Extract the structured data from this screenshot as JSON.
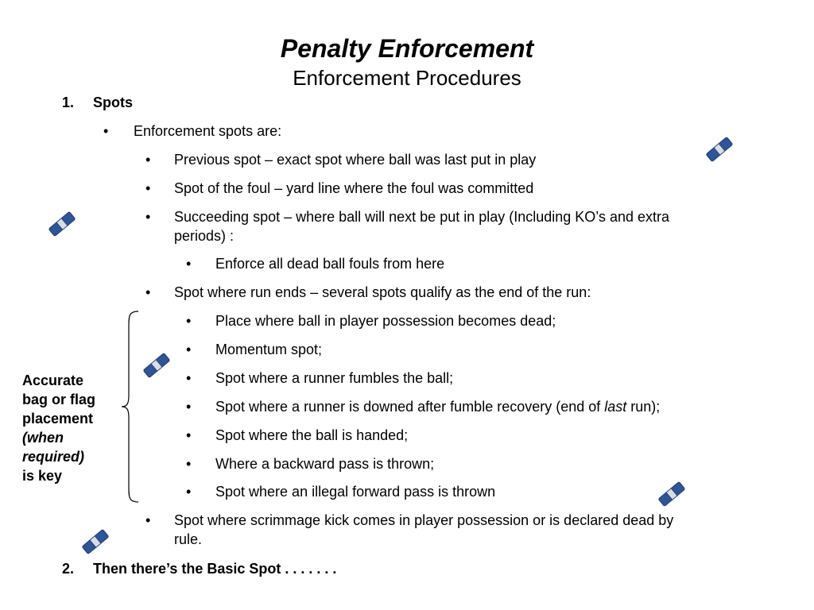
{
  "title": "Penalty Enforcement",
  "subtitle": "Enforcement Procedures",
  "section1": {
    "number": "1.",
    "label": "Spots"
  },
  "level1": "Enforcement spots are:",
  "items": {
    "previous": "Previous spot – exact spot where ball was last put in play",
    "foul": "Spot of the foul – yard line where the foul was committed",
    "succeeding_line1": "Succeeding spot – where ball will next be put in play (Including KO’s and extra",
    "succeeding_line2": "periods) :",
    "dead_ball": "Enforce all dead ball fouls from here",
    "run_ends": "Spot where run ends – several spots qualify as the end of the run:",
    "run_spots": [
      "Place where ball in player possession becomes dead;",
      "Momentum spot;",
      "Spot where a runner fumbles the ball;",
      "Spot where a runner is downed after fumble recovery (end of ",
      "Spot where the ball is handed;",
      "Where a backward pass is thrown;",
      "Spot where an illegal forward pass is thrown"
    ],
    "downed_italic": "last",
    "downed_tail": " run);",
    "kick_line1": "Spot where scrimmage kick comes in player possession or is declared dead by",
    "kick_line2": "rule."
  },
  "section2": {
    "number": "2.",
    "label": "Then there’s the Basic Spot . . . . . . ."
  },
  "side_note": {
    "line1": "Accurate",
    "line2": "bag or flag",
    "line3": "placement",
    "line4": "(when",
    "line5": "required)",
    "line6": "is key"
  },
  "bullet": "•",
  "colors": {
    "bean_bag": "#2f5596",
    "bean_bag_dark": "#1f3c73",
    "bean_bag_band": "#d9dde6"
  }
}
